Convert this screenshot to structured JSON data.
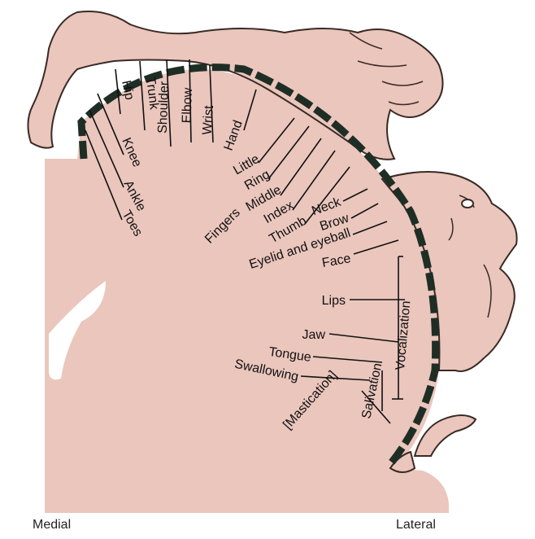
{
  "colors": {
    "skin": "#eac6bd",
    "outline": "#3a2a25",
    "ink": "#1f2e24",
    "background": "#ffffff"
  },
  "figures": {
    "arm_hand": "arm-and-hand-icon",
    "face": "face-profile-icon",
    "tongue": "tongue-and-pharynx-icon"
  },
  "labels": {
    "hip": "Hip",
    "trunk": "Trunk",
    "shoulder": "Shoulder",
    "elbow": "Elbow",
    "wrist": "Wrist",
    "hand": "Hand",
    "knee": "Knee",
    "ankle": "Ankle",
    "toes": "Toes",
    "little": "Little",
    "ring": "Ring",
    "middle": "Middle",
    "index": "Index",
    "thumb": "Thumb",
    "fingers": "Fingers",
    "neck": "Neck",
    "brow": "Brow",
    "eyelid": "Eyelid and eyeball",
    "face": "Face",
    "lips": "Lips",
    "jaw": "Jaw",
    "tongue": "Tongue",
    "swallowing": "Swallowing",
    "mastication": "[Mastication]",
    "salivation": "Salivation",
    "vocalization": "Vocalization"
  },
  "footer": {
    "medial": "Medial",
    "lateral": "Lateral"
  }
}
